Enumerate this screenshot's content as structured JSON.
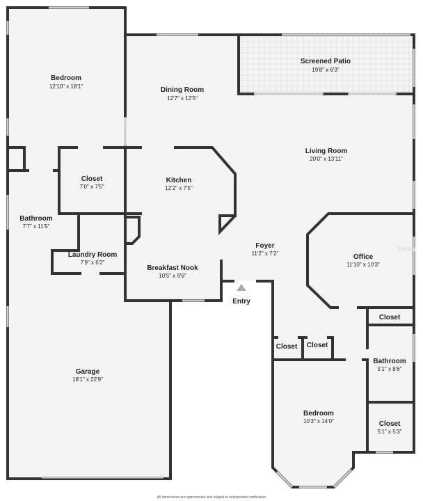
{
  "rooms": {
    "bedroom1": {
      "name": "Bedroom",
      "dim": "12'10\" x 18'1\""
    },
    "dining": {
      "name": "Dining Room",
      "dim": "12'7\" x 12'5\""
    },
    "patio": {
      "name": "Screened Patio",
      "dim": "19'8\" x 6'3\""
    },
    "living": {
      "name": "Living Room",
      "dim": "20'0\" x 13'11\""
    },
    "closet1": {
      "name": "Closet",
      "dim": "7'0\" x 7'5\""
    },
    "kitchen": {
      "name": "Kitchen",
      "dim": "12'2\" x 7'5\""
    },
    "bathroom1": {
      "name": "Bathroom",
      "dim": "7'7\" x 11'5\""
    },
    "laundry": {
      "name": "Laundry Room",
      "dim": "7'9\" x 6'2\""
    },
    "foyer": {
      "name": "Foyer",
      "dim": "11'2\" x 7'2\""
    },
    "office": {
      "name": "Office",
      "dim": "11'10\" x 10'3\""
    },
    "nook": {
      "name": "Breakfast Nook",
      "dim": "10'5\" x 9'6\""
    },
    "closet2": {
      "name": "Closet"
    },
    "closet3": {
      "name": "Closet"
    },
    "closet4": {
      "name": "Closet"
    },
    "bathroom2": {
      "name": "Bathroom",
      "dim": "5'1\" x 8'6\""
    },
    "garage": {
      "name": "Garage",
      "dim": "18'1\" x 22'9\""
    },
    "bedroom2": {
      "name": "Bedroom",
      "dim": "10'3\" x 14'0\""
    },
    "closet5": {
      "name": "Closet",
      "dim": "5'1\" x 5'3\""
    }
  },
  "entry_label": "Entry",
  "footnote": "All dimensions are approximate and subject to independent verification",
  "watermark": "Stellar",
  "colors": {
    "wall": "#333333",
    "floor": "#f4f4f4",
    "entry_arrow": "#aaaaaa"
  }
}
